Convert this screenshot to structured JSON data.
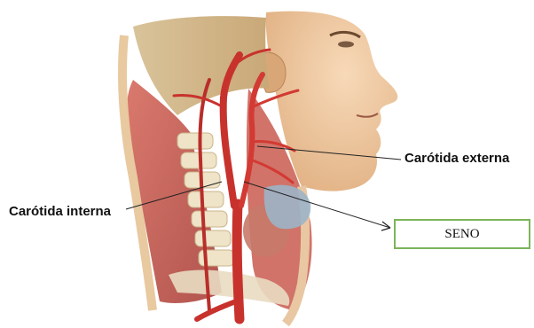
{
  "labels": {
    "external_carotid": "Carótida externa",
    "internal_carotid": "Carótida interna",
    "sinus": "SENO"
  },
  "colors": {
    "box_border": "#7cb45a",
    "artery": "#c8322d",
    "skin": "#f0c8a0",
    "muscle": "#c2504a"
  }
}
